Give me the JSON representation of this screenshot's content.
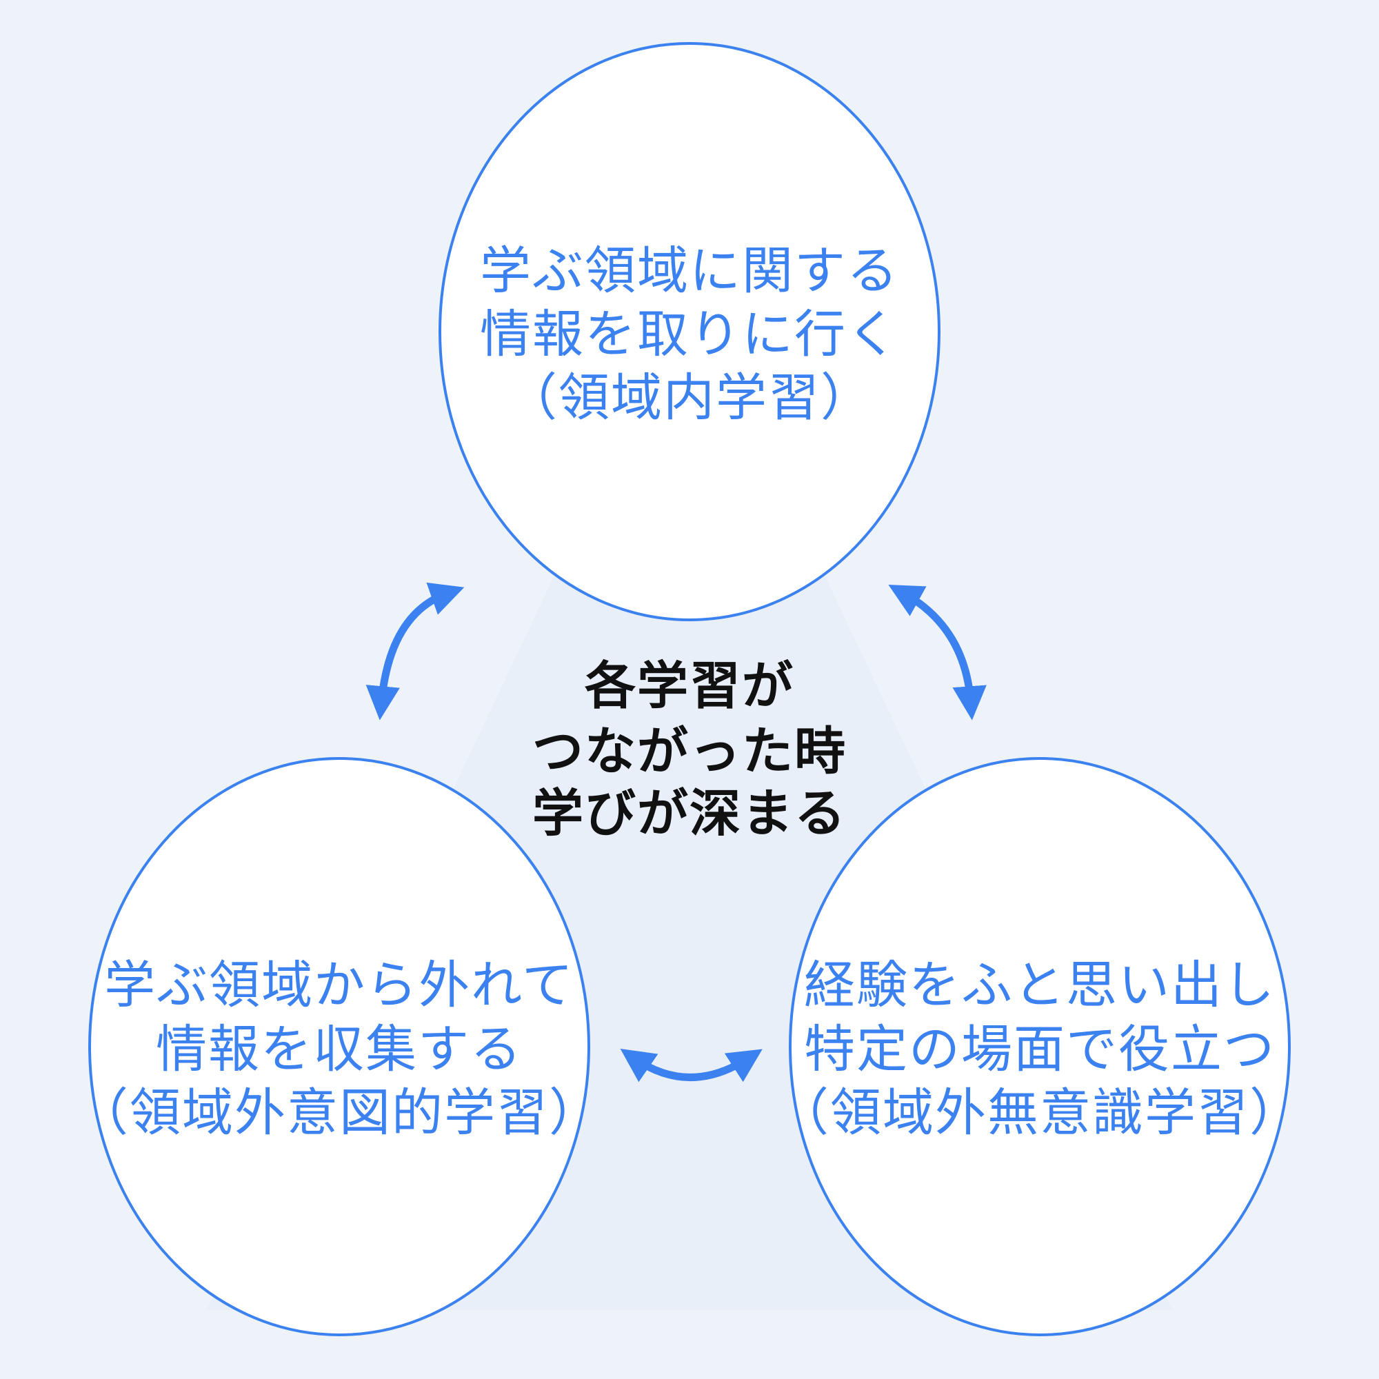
{
  "colors": {
    "accent": "#3b82f0",
    "background": "#eef3f9",
    "center_text": "#111111"
  },
  "nodes": {
    "top": {
      "lines": [
        "学ぶ領域に関する",
        "情報を取りに行く",
        "（領域内学習）"
      ]
    },
    "bottom_left": {
      "lines": [
        "学ぶ領域から外れて",
        "情報を収集する",
        "（領域外意図的学習）"
      ]
    },
    "bottom_right": {
      "lines": [
        "経験をふと思い出し",
        "特定の場面で役立つ",
        "（領域外無意識学習）"
      ]
    }
  },
  "center": {
    "lines": [
      "各学習が",
      "つながった時",
      "学びが深まる"
    ]
  }
}
